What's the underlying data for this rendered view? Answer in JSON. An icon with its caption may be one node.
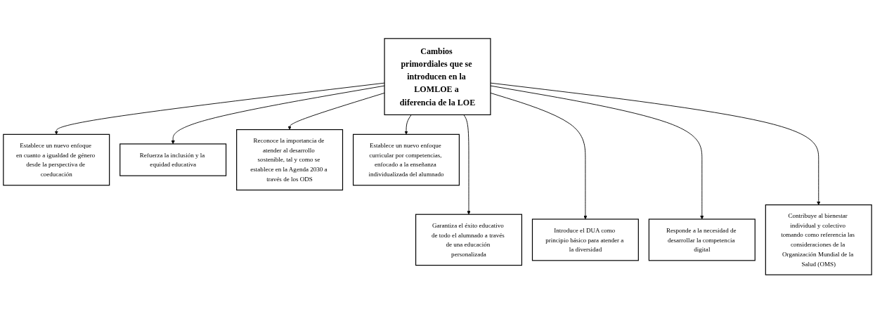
{
  "diagram": {
    "nodes": [
      {
        "text": [
          "Cambios primordiales que se introducen en la LOMLOE a diferencia de la LOE"
        ]
      },
      {
        "text": [
          "Establece un nuevo enfoque en cuanto a igualdad de género desde la perspectiva de coeducación"
        ]
      },
      {
        "text": [
          "Garantiza el éxito educativo de todo el alumnado a través de una educación personalizada"
        ]
      },
      {
        "text": [
          "Refuerza la inclusión y la equidad educativa"
        ]
      },
      {
        "text": [
          "Introduce el DUA como principio básico para atender a la diversidad"
        ]
      },
      {
        "text": [
          "Responde a la necesidad de desarrollar la competencia digital"
        ]
      },
      {
        "text": [
          "Reconoce la importancia de atender al desarrollo sostenible, tal y como se establece en la Agenda 2030 a través de los ODS"
        ]
      },
      {
        "text": [
          "Contribuye al bienestar individual y colectivo tomando como referencia las consideraciones de la Organización Mundial de la Salud (OMS)"
        ]
      },
      {
        "text": [
          "Establece un nuevo enfoque curricular por competencias, enfocado a la enseñanza individualizada del alumnado"
        ]
      }
    ],
    "edges": [
      {
        "from": 0,
        "to": 1,
        "arrow": "to"
      },
      {
        "from": 0,
        "to": 2,
        "arrow": "to"
      },
      {
        "from": 0,
        "to": 3,
        "arrow": "to"
      },
      {
        "from": 0,
        "to": 4,
        "arrow": "to"
      },
      {
        "from": 0,
        "to": 5,
        "arrow": "to"
      },
      {
        "from": 0,
        "to": 6,
        "arrow": "to"
      },
      {
        "from": 0,
        "to": 7,
        "arrow": "to"
      },
      {
        "from": 0,
        "to": 8,
        "arrow": "to"
      }
    ]
  }
}
